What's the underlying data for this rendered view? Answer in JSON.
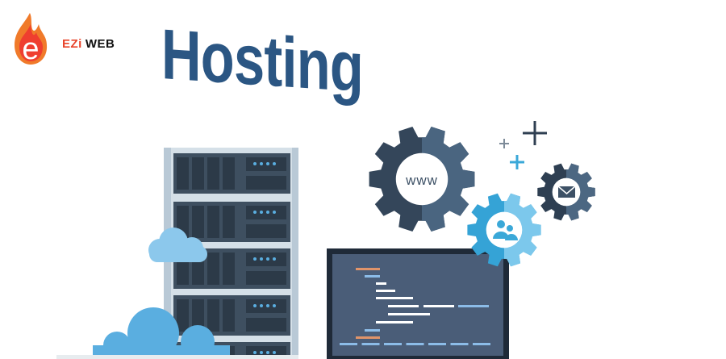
{
  "logo": {
    "brand_ezi": "EZi",
    "brand_web": "WEB",
    "mark": "e"
  },
  "title": "Hosting",
  "gears": {
    "www_label": "www",
    "icons": [
      "globe-www-icon",
      "users-icon",
      "mail-icon"
    ]
  },
  "colors": {
    "title": "#2b5683",
    "brand_red": "#e8452c",
    "dark_gear": "#3d5166",
    "blue_gear": "#3aa8d8",
    "screen": "#4a5d78"
  }
}
